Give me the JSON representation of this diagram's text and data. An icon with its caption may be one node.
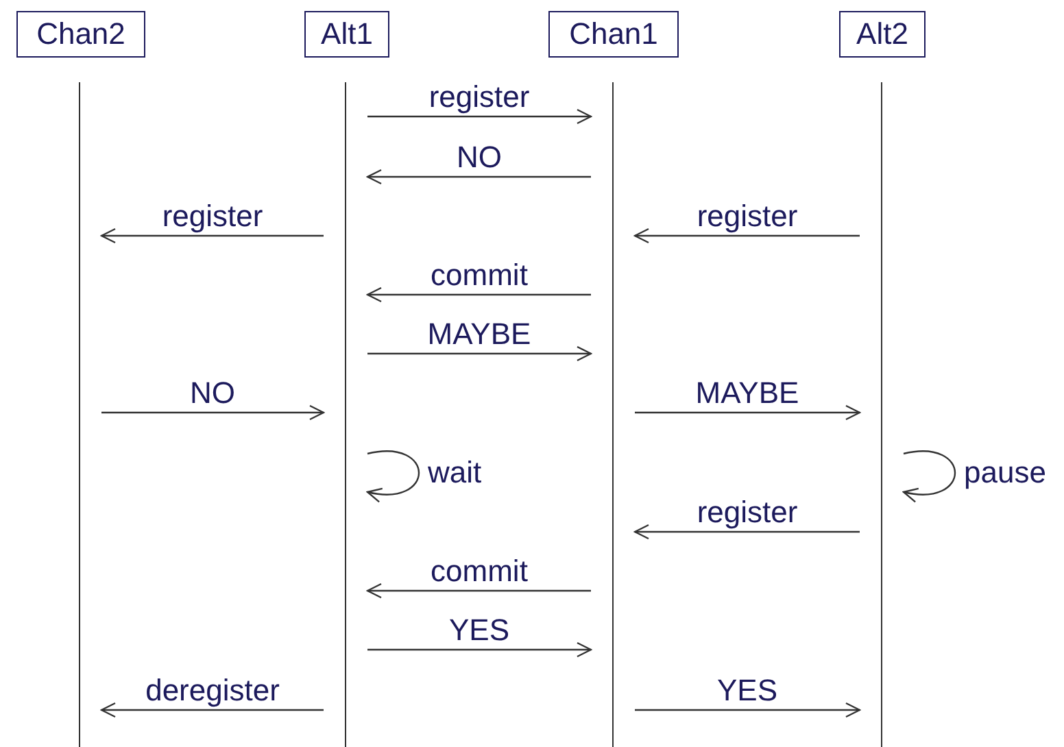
{
  "diagram": {
    "nodes": [
      {
        "text": [
          "Chan2"
        ]
      },
      {
        "text": [
          "Alt1"
        ]
      },
      {
        "text": [
          "Chan1"
        ]
      },
      {
        "text": [
          "Alt2"
        ]
      },
      {
        "text": [],
        "shape": "line"
      },
      {
        "text": [],
        "shape": "line"
      },
      {
        "text": [],
        "shape": "line"
      },
      {
        "text": [],
        "shape": "line"
      }
    ],
    "edges": [
      {
        "from": 5,
        "to": 6,
        "arrow": "to",
        "label": "register"
      },
      {
        "from": 6,
        "to": 5,
        "arrow": "to",
        "label": "NO"
      },
      {
        "from": 5,
        "to": 4,
        "arrow": "to",
        "label": "register"
      },
      {
        "from": 7,
        "to": 6,
        "arrow": "to",
        "label": "register"
      },
      {
        "from": 6,
        "to": 5,
        "arrow": "to",
        "label": "commit"
      },
      {
        "from": 5,
        "to": 6,
        "arrow": "to",
        "label": "MAYBE"
      },
      {
        "from": 4,
        "to": 5,
        "arrow": "to",
        "label": "NO"
      },
      {
        "from": 6,
        "to": 7,
        "arrow": "to",
        "label": "MAYBE"
      },
      {
        "from": 5,
        "to": 5,
        "arrow": "to",
        "label": "wait"
      },
      {
        "from": 7,
        "to": 7,
        "arrow": "to",
        "label": "pause"
      },
      {
        "from": 7,
        "to": 6,
        "arrow": "to",
        "label": "register"
      },
      {
        "from": 6,
        "to": 5,
        "arrow": "to",
        "label": "commit"
      },
      {
        "from": 5,
        "to": 6,
        "arrow": "to",
        "label": "YES"
      },
      {
        "from": 5,
        "to": 4,
        "arrow": "to",
        "label": "deregister"
      },
      {
        "from": 6,
        "to": 7,
        "arrow": "to",
        "label": "YES"
      }
    ]
  }
}
